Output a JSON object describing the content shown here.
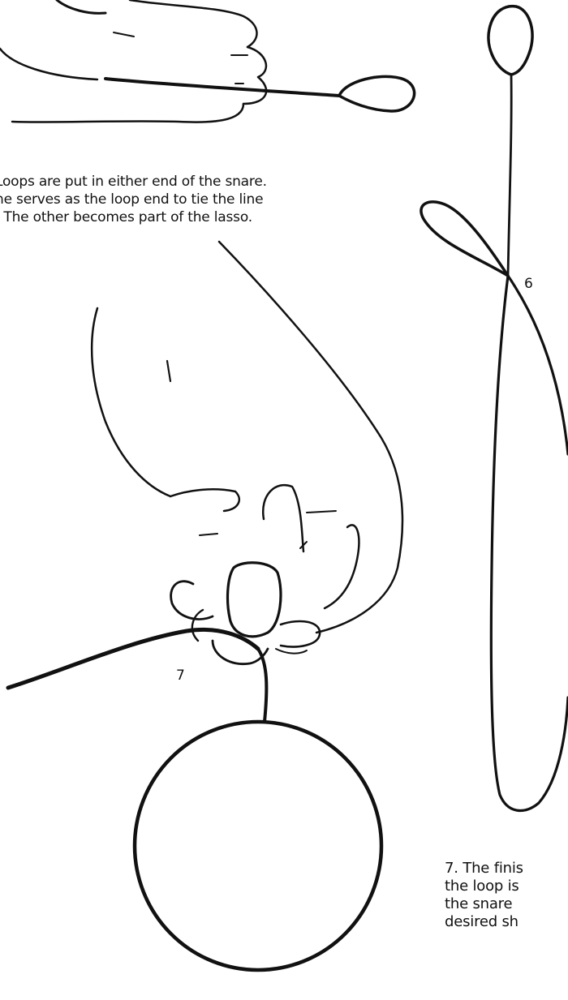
{
  "step6": {
    "number": "6",
    "caption_lines": [
      "Loops are put in either end of the snare.",
      "ne serves as the loop end to tie the line",
      ". The other becomes part of the lasso."
    ]
  },
  "step7": {
    "number": "7",
    "caption_lines": [
      "7. The finis",
      "the loop is",
      "the snare",
      "desired sh"
    ]
  },
  "colors": {
    "ink": "#111111",
    "paper": "#ffffff"
  },
  "icons": [
    "hand-holding-loop-icon",
    "hand-pinching-snare-icon",
    "hanging-snare-line-icon",
    "round-lasso-loop-icon"
  ]
}
